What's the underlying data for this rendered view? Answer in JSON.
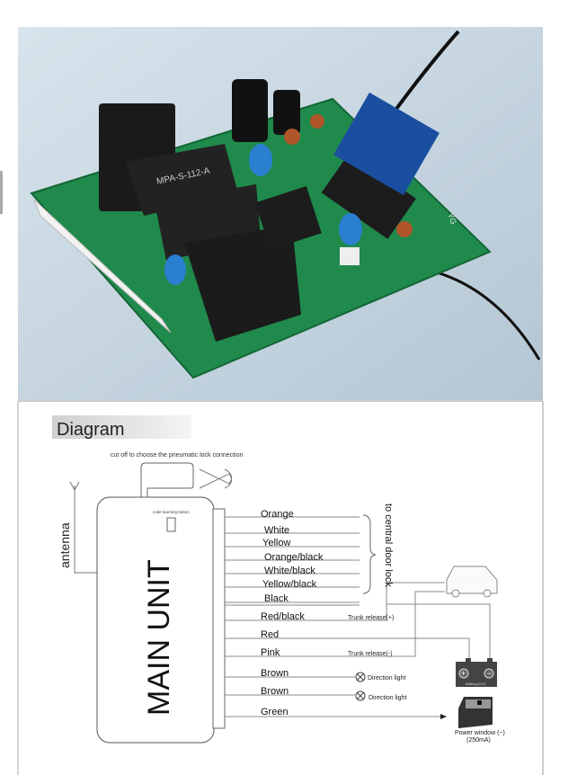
{
  "title": "Diagram",
  "cutoff_note": "cut off to choose the pneumatic lock connection",
  "code_button_label": "code learning button",
  "antenna_label": "antenna",
  "main_unit_label": "MAIN UNIT",
  "central_lock_label": "to central door lock",
  "wires": [
    "Orange",
    "White",
    "Yellow",
    "Orange/black",
    "White/black",
    "Yellow/black",
    "Black",
    "Red/black",
    "Red",
    "Pink",
    "Brown",
    "Brown",
    "Green"
  ],
  "trunk_plus": "Trunk release(+)",
  "trunk_minus": "Trunk release(-)",
  "direction_light_1": "Direction light",
  "direction_light_2": "Direction light",
  "battery_label": "Battery(12V)",
  "power_window_label": "Power window (−)",
  "power_window_current": "(250mA)",
  "pcb_marks": {
    "relay_model": "MPA-S-112-A",
    "board_mark": "YG"
  }
}
